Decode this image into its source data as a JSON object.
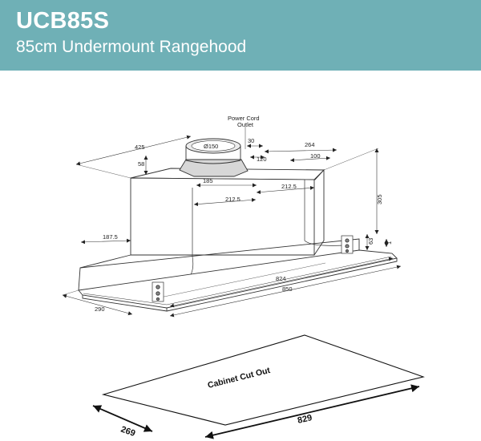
{
  "header": {
    "model": "UCB85S",
    "subtitle": "85cm Undermount Rangehood",
    "color": "#6fb0b6"
  },
  "rangehood": {
    "callout": [
      "Power Cord",
      "Outlet"
    ],
    "dimensions": {
      "d425": "425",
      "d58": "58",
      "d150": "Ø150",
      "d30": "30",
      "d120": "120",
      "d264": "264",
      "d100": "100",
      "d305": "305",
      "d185": "185",
      "d212_5_left": "212.5",
      "d212_5_right": "212.5",
      "d187_5": "187.5",
      "d63": "63",
      "d1": "1",
      "d824": "824",
      "d850": "850",
      "d290": "290"
    }
  },
  "cutout": {
    "label": "Cabinet Cut Out",
    "width": "829",
    "depth": "269"
  }
}
